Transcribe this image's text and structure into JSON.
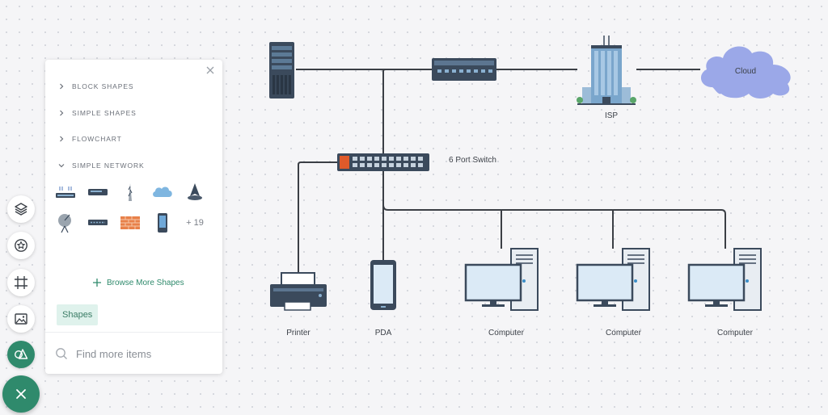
{
  "diagram": {
    "labels": {
      "isp": "ISP",
      "cloud": "Cloud",
      "switch": "6 Port Switch",
      "printer": "Printer",
      "pda": "PDA",
      "computer1": "Computer",
      "computer2": "Computer",
      "computer3": "Computer"
    }
  },
  "panel": {
    "sections": [
      {
        "label": "BLOCK SHAPES",
        "expanded": false
      },
      {
        "label": "SIMPLE SHAPES",
        "expanded": false
      },
      {
        "label": "FLOWCHART",
        "expanded": false
      },
      {
        "label": "SIMPLE NETWORK",
        "expanded": true
      }
    ],
    "shape_icons": [
      "bridge-icon",
      "router-icon",
      "antenna-icon",
      "cloud-icon",
      "satellite-icon",
      "satellite-dish-icon",
      "hub-icon",
      "firewall-icon",
      "mobile-device-icon"
    ],
    "more_count": "+ 19",
    "browse_label": "Browse More Shapes",
    "tag_label": "Shapes",
    "search_placeholder": "Find more items"
  },
  "toolbar": {
    "tools": [
      "layers-icon",
      "star-badge-icon",
      "frame-icon",
      "image-icon",
      "shapes-icon"
    ],
    "fab_icon": "close-icon"
  },
  "colors": {
    "accent": "#2f8a6c",
    "tag_bg": "#dff2ec",
    "cloud": "#9ba8e8",
    "device_dark": "#3b4a5c"
  }
}
